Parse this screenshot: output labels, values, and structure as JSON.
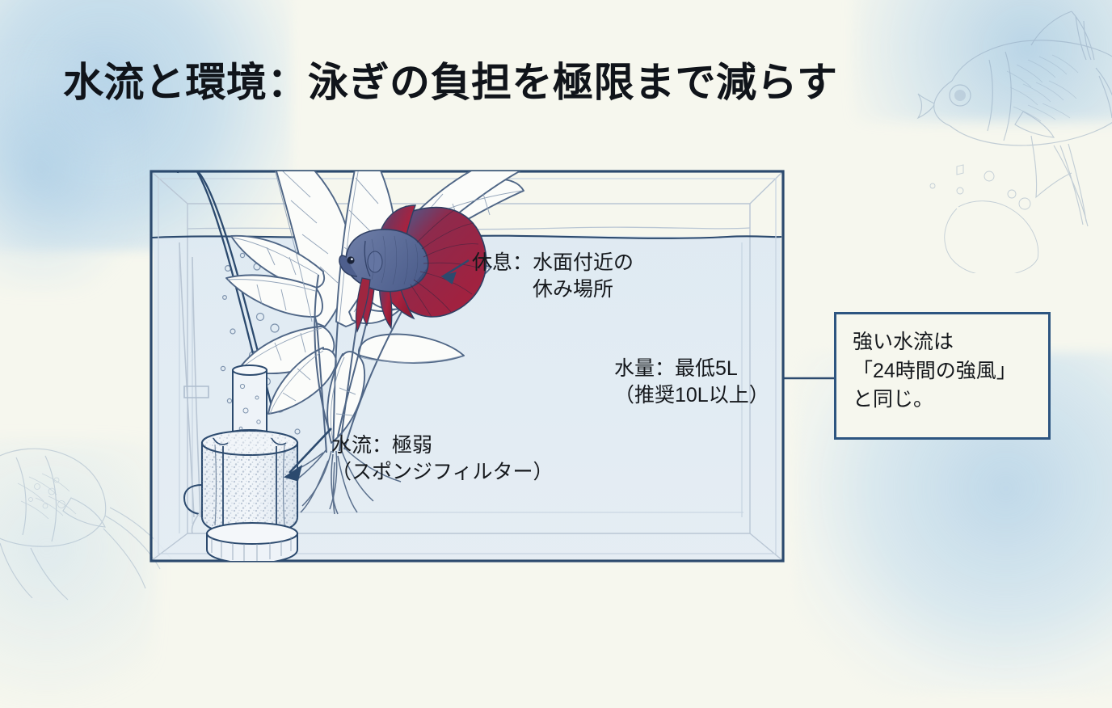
{
  "slide": {
    "title": "水流と環境：泳ぎの負担を極限まで減らす",
    "background_color": "#f6f7ee",
    "accent_color": "#2d5580"
  },
  "labels": {
    "rest": "休息：水面付近の\n　　　休み場所",
    "volume": "水量：最低5L\n（推奨10L以上）",
    "flow": "水流：極弱\n（スポンジフィルター）"
  },
  "callout": {
    "text": "強い水流は\n「24時間の強風」\nと同じ。",
    "border_color": "#2d5580"
  },
  "illustration": {
    "subject": "betta-aquarium-cross-section",
    "tank_outline_color": "#2c4a6e",
    "water_color": "#dde8f2",
    "fish_body_color": "#4a5f93",
    "fish_fin_color": "#a8223f",
    "plant_line_color": "#5a6f8c",
    "sponge_filter_color": "#e8eef4"
  }
}
